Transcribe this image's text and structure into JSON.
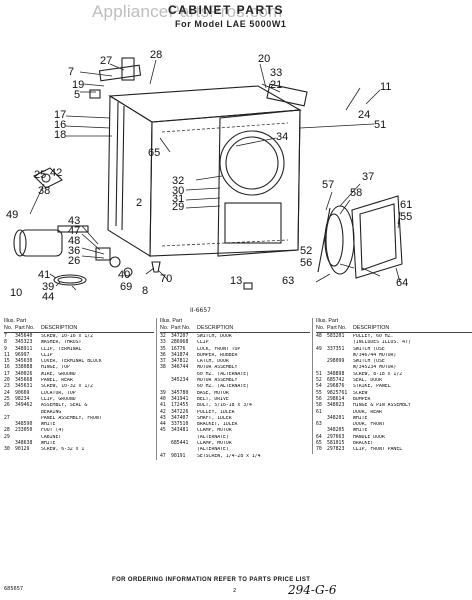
{
  "header": {
    "watermark": "AppliancePartsPros.com",
    "title": "CABINET PARTS",
    "subtitle": "For Model LAE 5000W1"
  },
  "diagram": {
    "figure_code": "II-6657",
    "callouts": [
      "7",
      "19",
      "5",
      "27",
      "28",
      "20",
      "33",
      "21",
      "11",
      "24",
      "51",
      "17",
      "16",
      "18",
      "34",
      "65",
      "29",
      "32",
      "30",
      "31",
      "37",
      "58",
      "57",
      "61",
      "55",
      "42",
      "38",
      "25",
      "49",
      "43",
      "47",
      "48",
      "36",
      "26",
      "52",
      "56",
      "41",
      "39",
      "44",
      "40",
      "70",
      "63",
      "64",
      "10",
      "69",
      "2",
      "13",
      "8"
    ]
  },
  "table": {
    "headers": {
      "col_no": "No.",
      "col_pn": "Part No.",
      "col_desc": "DESCRIPTION",
      "illus_part": "Illus. Part"
    },
    "col1": [
      [
        "7",
        "345640",
        "SCREW, 10-16 x 1/2"
      ],
      [
        "8",
        "345323",
        "WASHER, THRUST"
      ],
      [
        "9",
        "348911",
        "CLIP, TERMINAL"
      ],
      [
        "11",
        "96997",
        "CLIP"
      ],
      [
        "15",
        "345630",
        "COVER, TERMINAL BLOCK"
      ],
      [
        "16",
        "338088",
        "HINGE, TOP"
      ],
      [
        "17",
        "340026",
        "WIRE, GROUND"
      ],
      [
        "20",
        "345668",
        "PANEL, REAR"
      ],
      [
        "23",
        "345631",
        "SCREW, 10-32 x 1/2"
      ],
      [
        "24",
        "90669",
        "LOCATOR, TOP"
      ],
      [
        "25",
        "98234",
        "CLIP, GROUND"
      ],
      [
        "26",
        "349462",
        "ASSEMBLY, SEAL &"
      ],
      [
        "",
        "",
        "BEARING"
      ],
      [
        "27",
        "",
        "PANEL ASSEMBLY, FRONT"
      ],
      [
        "",
        "348590",
        "WHITE"
      ],
      [
        "28",
        "233050",
        "FOOT (4)"
      ],
      [
        "29",
        "",
        "CABINET"
      ],
      [
        "",
        "348638",
        "WHITE"
      ],
      [
        "30",
        "90129",
        "SCREW, 6-32 x 1"
      ]
    ],
    "col2": [
      [
        "32",
        "347207",
        "SWITCH, DOOR"
      ],
      [
        "33",
        "286968",
        "CLIP"
      ],
      [
        "35",
        "16776",
        "LOCK, FRONT TOP"
      ],
      [
        "36",
        "341874",
        "BUMPER, RUBBER"
      ],
      [
        "37",
        "347812",
        "CATCH, DOOR"
      ],
      [
        "38",
        "346744",
        "MOTOR ASSEMBLY"
      ],
      [
        "",
        "",
        "60 HZ. (ALTERNATE)"
      ],
      [
        "",
        "345234",
        "MOTOR ASSEMBLY"
      ],
      [
        "",
        "",
        "60 HZ. (ALTERNATE)"
      ],
      [
        "39",
        "345780",
        "BASE, MOTOR"
      ],
      [
        "40",
        "341941",
        "BELT, DRIVE"
      ],
      [
        "41",
        "172455",
        "BOLT, 5/16-18 x 3/4"
      ],
      [
        "42",
        "347226",
        "PULLEY, IDLER"
      ],
      [
        "43",
        "347407",
        "SHAFT, IDLER"
      ],
      [
        "44",
        "337510",
        "BRACKET, IDLER"
      ],
      [
        "45",
        "343481",
        "CLAMP, MOTOR"
      ],
      [
        "",
        "",
        "(ALTERNATE)"
      ],
      [
        "",
        "685441",
        "CLAMP, MOTOR"
      ],
      [
        "",
        "",
        "(ALTERNATE)"
      ],
      [
        "47",
        "90191",
        "SETSCREW, 1/4-28 x 1/4"
      ]
    ],
    "col3": [
      [
        "48",
        "583201",
        "PULLEY, 60 HZ."
      ],
      [
        "",
        "",
        "(INCLUDES ILLUS. 47)"
      ],
      [
        "49",
        "337351",
        "SWITCH (USE"
      ],
      [
        "",
        "",
        "W/346744 MOTOR)"
      ],
      [
        "",
        "298099",
        "SWITCH (USE"
      ],
      [
        "",
        "",
        "W/345234 MOTOR)"
      ],
      [
        "51",
        "348898",
        "SCREW, 8-18 x 1/2"
      ],
      [
        "52",
        "685742",
        "SEAL, DOOR"
      ],
      [
        "54",
        "296876",
        "STRIKE, PANEL"
      ],
      [
        "55",
        "9825761",
        "SCREW"
      ],
      [
        "56",
        "298614",
        "BUMPER"
      ],
      [
        "58",
        "348023",
        "HINGE & PIN ASSEMBLY"
      ],
      [
        "61",
        "",
        "DOOR, REAR"
      ],
      [
        "",
        "348201",
        "WHITE"
      ],
      [
        "63",
        "",
        "DOOR, FRONT"
      ],
      [
        "",
        "348205",
        "WHITE"
      ],
      [
        "64",
        "297663",
        "HANDLE DOOR"
      ],
      [
        "65",
        "581015",
        "BRACKET"
      ],
      [
        "70",
        "297823",
        "CLIP, FRONT PANEL"
      ]
    ]
  },
  "footer": {
    "note": "FOR ORDERING INFORMATION REFER TO PARTS PRICE LIST",
    "page_code": "685657",
    "page_number": "2",
    "handwritten": "294-G-6"
  }
}
